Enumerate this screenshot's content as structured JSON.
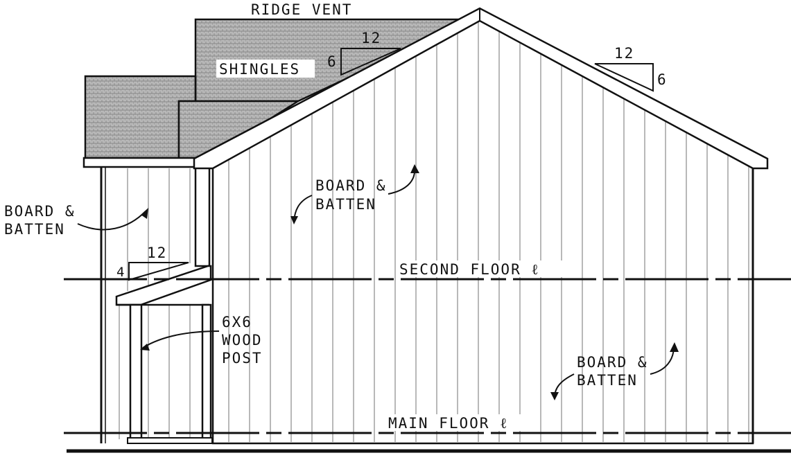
{
  "labels": {
    "ridge_vent": "RIDGE VENT",
    "shingles": "SHINGLES",
    "board_batten_left_1": "BOARD &",
    "board_batten_left_2": "BATTEN",
    "board_batten_upper_1": "BOARD &",
    "board_batten_upper_2": "BATTEN",
    "board_batten_lower_1": "BOARD &",
    "board_batten_lower_2": "BATTEN",
    "second_floor": "SECOND FLOOR ℓ",
    "main_floor": "MAIN FLOOR ℓ",
    "post_1": "6X6",
    "post_2": "WOOD",
    "post_3": "POST"
  },
  "pitches": {
    "upper_roof": {
      "run": "12",
      "rise": "6"
    },
    "main_roof": {
      "run": "12",
      "rise": "6"
    },
    "porch_roof": {
      "run": "12",
      "rise": "4"
    }
  },
  "colors": {
    "ink": "#111111",
    "paper": "#ffffff",
    "shingle_fill": "#b8b8b8"
  }
}
